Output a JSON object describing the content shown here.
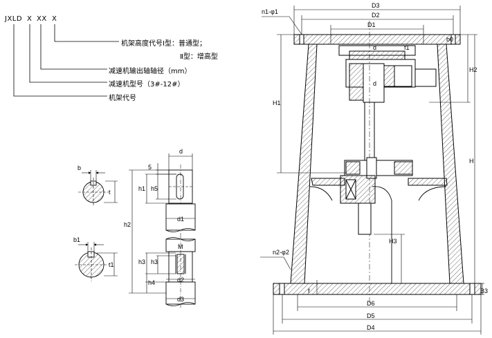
{
  "code": {
    "prefix": "JXLD",
    "x1": "X",
    "x2": "XX",
    "x3": "X"
  },
  "legend": {
    "line1": "机架高度代号Ⅰ型：普通型；",
    "line2": "Ⅱ型：增高型",
    "line3": "减速机输出轴轴径（mm）",
    "line4": "减速机型号（3#-12#）",
    "line5": "机架代号"
  },
  "left_dims": {
    "b": "b",
    "t": "t",
    "b1": "b1",
    "t1": "t1",
    "d": "d",
    "five": "5",
    "h1": "h1",
    "h5": "h5",
    "d1": "d1",
    "h2": "h2",
    "M": "M",
    "h3a": "h3",
    "h3b": "h3",
    "h4": "h4",
    "d2": "d2",
    "d3": "d3"
  },
  "right_dims": {
    "D3": "D3",
    "D2": "D2",
    "D1": "D1",
    "n1": "n1-φ1",
    "f1": "f1",
    "b0": "b0",
    "d_top": "d",
    "d_mid": "d",
    "H1": "H1",
    "H2": "H2",
    "H": "H",
    "H3": "H3",
    "n2": "n2-φ2",
    "f": "f",
    "B3": "B3",
    "D6": "D6",
    "D5": "D5",
    "D4": "D4"
  }
}
